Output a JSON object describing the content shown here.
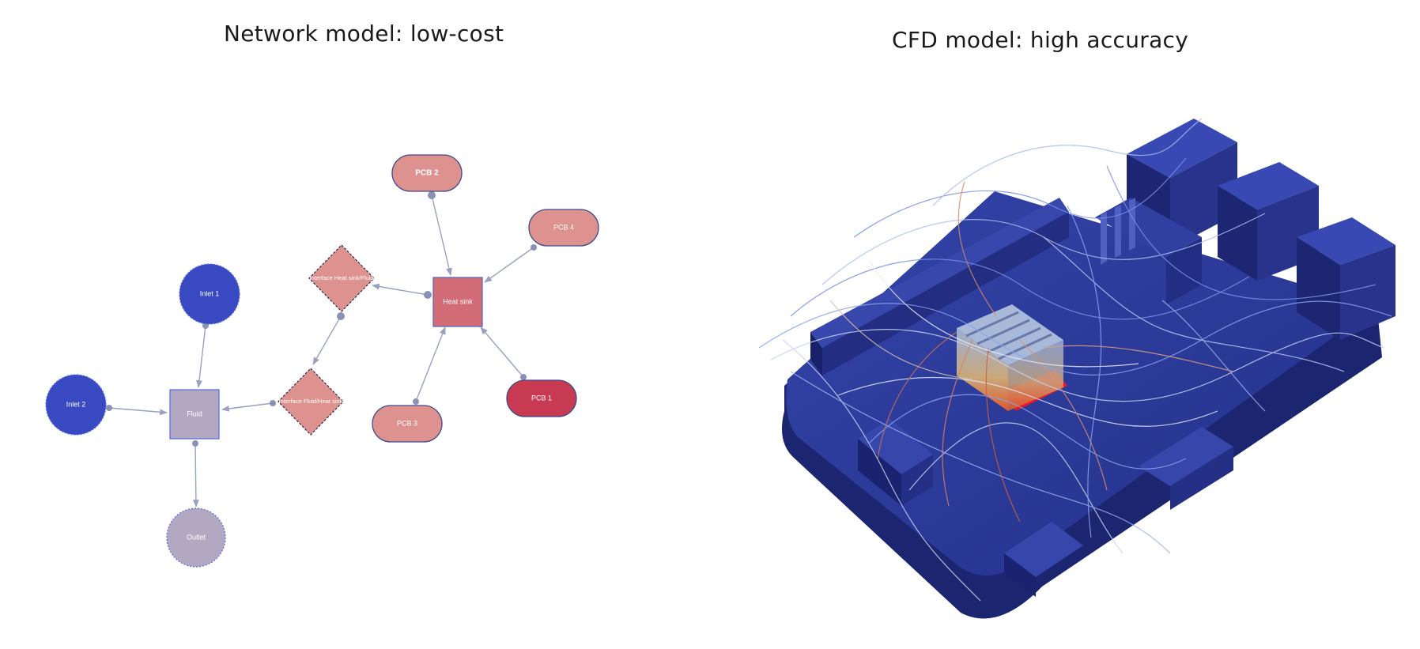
{
  "titles": {
    "left": "Network model: low-cost",
    "right": "CFD model: high accuracy"
  },
  "network": {
    "nodes": {
      "pcb2": "PCB 2",
      "pcb4": "PCB 4",
      "heat_sink": "Heat sink",
      "interface_hs_fluid": "Interface Heat sink/Fluid",
      "interface_fluid_hs": "Interface Fluid/Heat sink",
      "inlet1": "Inlet 1",
      "inlet2": "Inlet 2",
      "fluid": "Fluid",
      "outlet": "Outlet",
      "pcb3": "PCB 3",
      "pcb1": "PCB 1"
    }
  },
  "colors": {
    "inlet": "#3949c2",
    "fluid": "#b3a8c1",
    "pink": "#de9290",
    "heat_sink": "#d26c76",
    "pcb1": "#c73a52",
    "edge": "#9aa0c0",
    "board": "#2e3c96"
  }
}
